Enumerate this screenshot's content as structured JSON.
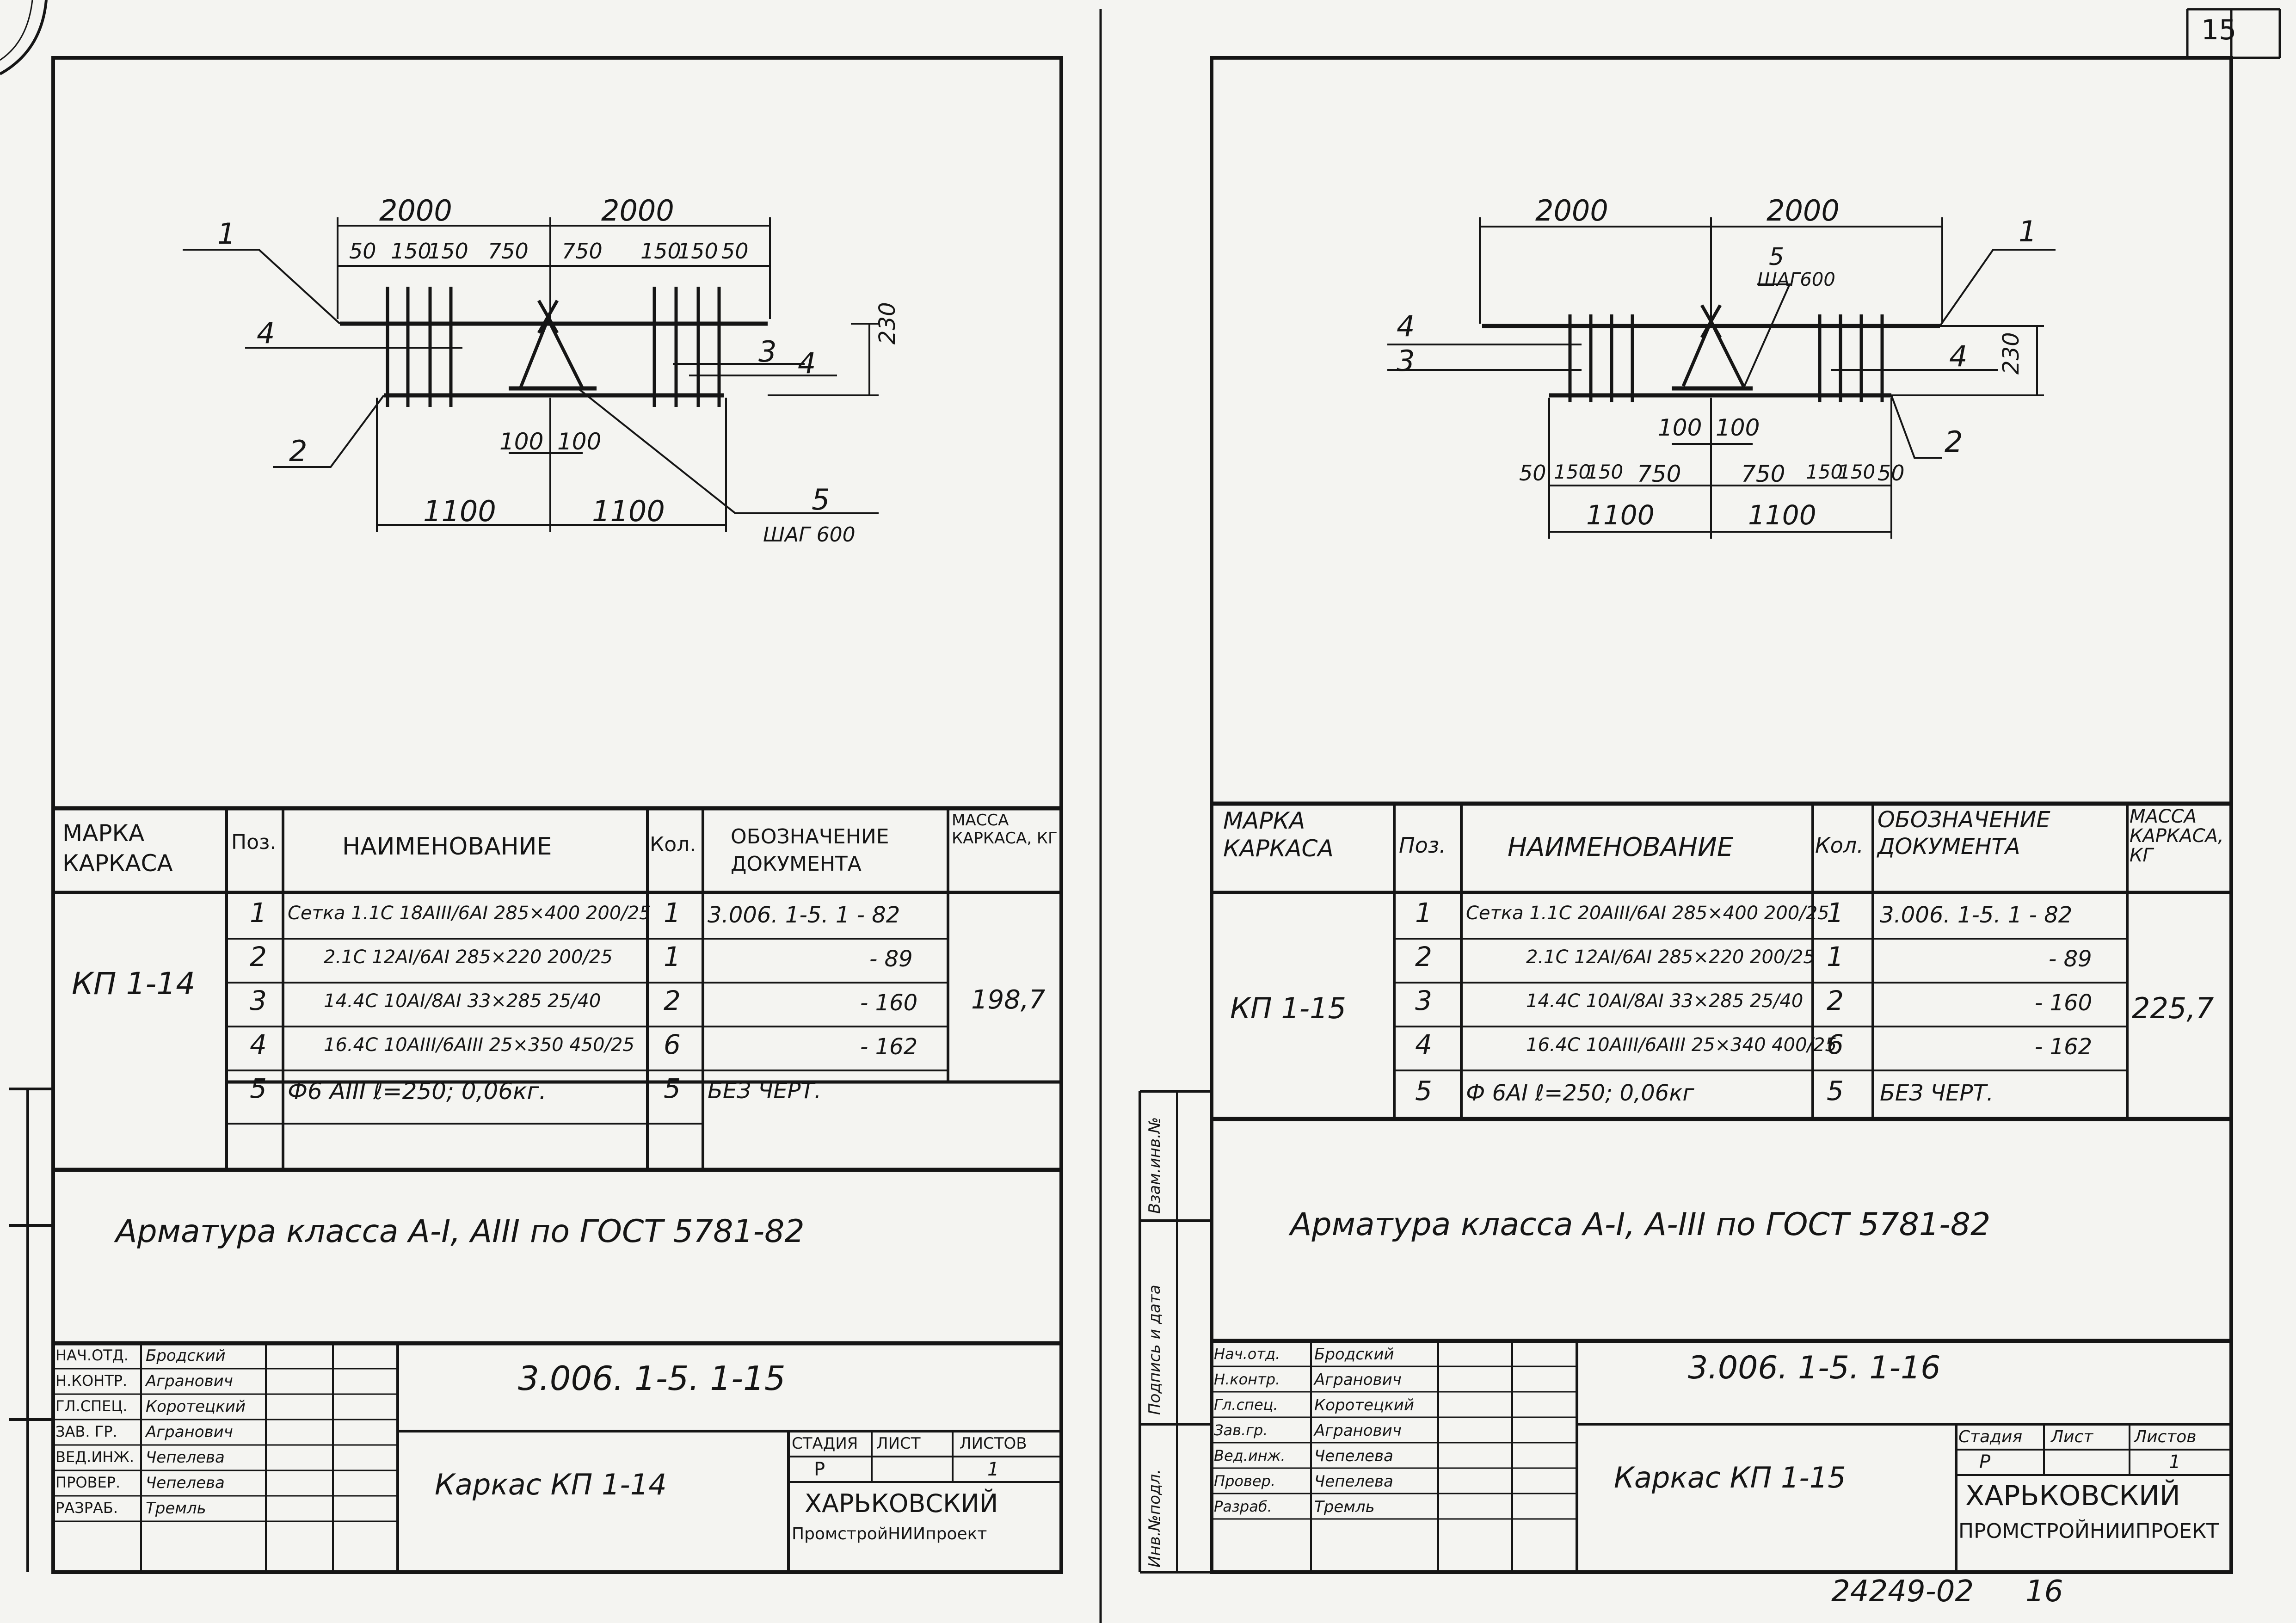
{
  "page_number": "15",
  "footer_code": "24249-02",
  "footer_page": "16",
  "sheets": [
    {
      "id": "left",
      "drawing": {
        "top_dims": [
          "2000",
          "2000"
        ],
        "spacing_dims": [
          "50",
          "150",
          "150",
          "750",
          "750",
          "150",
          "150",
          "50"
        ],
        "center_dims": [
          "100",
          "100"
        ],
        "bottom_dims": [
          "1100",
          "1100"
        ],
        "height_dim": "230",
        "callouts": [
          "1",
          "2",
          "3",
          "4",
          "4"
        ],
        "item5": "5",
        "step": "ШАГ 600"
      },
      "table": {
        "headers": {
          "mark": "МАРКА КАРКАСА",
          "pos": "Поз.",
          "name": "НАИМЕНОВАНИЕ",
          "qty": "Кол.",
          "doc": "ОБОЗНАЧЕНИЕ ДОКУМЕНТА",
          "mass": "МАССА КАРКАСА, КГ"
        },
        "mark_value": "КП 1-14",
        "mass_value": "198,7",
        "rows": [
          {
            "pos": "1",
            "name": "Сетка 1.1С 18АIII/6АI 285×400 200/25",
            "qty": "1",
            "doc": "3.006. 1-5. 1 - 82"
          },
          {
            "pos": "2",
            "name": "2.1С 12АI/6АI 285×220 200/25",
            "qty": "1",
            "doc": "- 89"
          },
          {
            "pos": "3",
            "name": "14.4С 10АI/8АI 33×285 25/40",
            "qty": "2",
            "doc": "- 160"
          },
          {
            "pos": "4",
            "name": "16.4С 10АIII/6АIII 25×350 450/25",
            "qty": "6",
            "doc": "- 162"
          },
          {
            "pos": "5",
            "name": "Ф6 АIII ℓ=250; 0,06кг.",
            "qty": "5",
            "doc": "БЕЗ ЧЕРТ."
          }
        ]
      },
      "note": "Арматура класса А-I, АIII по ГОСТ 5781-82",
      "title_block": {
        "doc_code": "3.006. 1-5. 1-15",
        "title": "Каркас КП 1-14",
        "stage_label": "СТАДИЯ",
        "sheet_label": "ЛИСТ",
        "sheets_label": "ЛИСТОВ",
        "stage": "Р",
        "sheets": "1",
        "org1": "ХАРЬКОВСКИЙ",
        "org2": "ПромстройНИИпроект",
        "staff": [
          {
            "role": "НАЧ.ОТД.",
            "name": "Бродский"
          },
          {
            "role": "Н.КОНТР.",
            "name": "Агранович"
          },
          {
            "role": "ГЛ.СПЕЦ.",
            "name": "Коротецкий"
          },
          {
            "role": "ЗАВ. ГР.",
            "name": "Агранович"
          },
          {
            "role": "ВЕД.ИНЖ.",
            "name": "Чепелева"
          },
          {
            "role": "ПРОВЕР.",
            "name": "Чепелева"
          },
          {
            "role": "РАЗРАБ.",
            "name": "Тремль"
          }
        ]
      }
    },
    {
      "id": "right",
      "drawing": {
        "top_dims": [
          "2000",
          "2000"
        ],
        "spacing_dims": [
          "50",
          "150",
          "150",
          "750",
          "750",
          "150",
          "150",
          "50"
        ],
        "center_dims": [
          "100",
          "100"
        ],
        "bottom_dims": [
          "1100",
          "1100"
        ],
        "height_dim": "230",
        "callouts": [
          "1",
          "2",
          "3",
          "4",
          "4"
        ],
        "item5": "5",
        "step": "ШАГ600"
      },
      "table": {
        "headers": {
          "mark": "МАРКА КАРКАСА",
          "pos": "Поз.",
          "name": "НАИМЕНОВАНИЕ",
          "qty": "Кол.",
          "doc": "ОБОЗНАЧЕНИЕ ДОКУМЕНТА",
          "mass": "МАССА КАРКАСА, КГ"
        },
        "mark_value": "КП 1-15",
        "mass_value": "225,7",
        "rows": [
          {
            "pos": "1",
            "name": "Сетка 1.1С 20АIII/6АI 285×400 200/25",
            "qty": "1",
            "doc": "3.006. 1-5. 1 - 82"
          },
          {
            "pos": "2",
            "name": "2.1С 12АI/6АI 285×220 200/25",
            "qty": "1",
            "doc": "- 89"
          },
          {
            "pos": "3",
            "name": "14.4С 10АI/8АI 33×285 25/40",
            "qty": "2",
            "doc": "- 160"
          },
          {
            "pos": "4",
            "name": "16.4С 10АIII/6АIII 25×340 400/25",
            "qty": "6",
            "doc": "- 162"
          },
          {
            "pos": "5",
            "name": "Ф 6АI ℓ=250; 0,06кг",
            "qty": "5",
            "doc": "БЕЗ ЧЕРТ."
          }
        ]
      },
      "note": "Арматура класса А-I, А-III по ГОСТ 5781-82",
      "title_block": {
        "doc_code": "3.006. 1-5. 1-16",
        "title": "Каркас КП 1-15",
        "stage_label": "Стадия",
        "sheet_label": "Лист",
        "sheets_label": "Листов",
        "stage": "Р",
        "sheets": "1",
        "org1": "ХАРЬКОВСКИЙ",
        "org2": "ПРОМСТРОЙНИИПРОЕКТ",
        "staff": [
          {
            "role": "Нач.отд.",
            "name": "Бродский"
          },
          {
            "role": "Н.контр.",
            "name": "Агранович"
          },
          {
            "role": "Гл.спец.",
            "name": "Коротецкий"
          },
          {
            "role": "Зав.гр.",
            "name": "Агранович"
          },
          {
            "role": "Вед.инж.",
            "name": "Чепелева"
          },
          {
            "role": "Провер.",
            "name": "Чепелева"
          },
          {
            "role": "Разраб.",
            "name": "Тремль"
          }
        ]
      }
    }
  ],
  "margin_labels": [
    "Инв.№подл.",
    "Подпись и дата",
    "Взам.инв.№"
  ]
}
